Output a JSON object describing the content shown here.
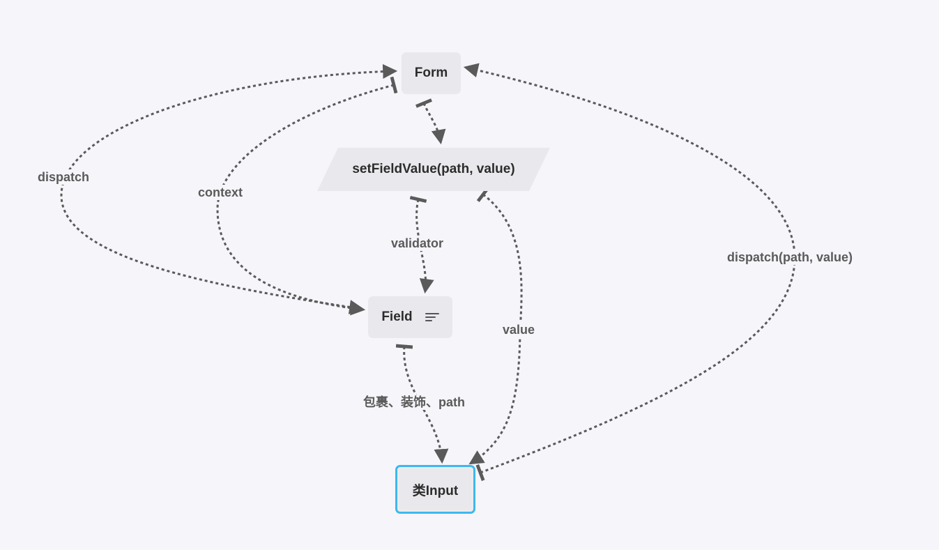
{
  "nodes": {
    "form": "Form",
    "set_field_value": "setFieldValue(path, value)",
    "field": "Field",
    "input": "类Input"
  },
  "edges": {
    "dispatch": "dispatch",
    "context": "context",
    "validator": "validator",
    "value": "value",
    "wrap": "包裹、装饰、path",
    "dispatch_path_value": "dispatch(path, value)"
  },
  "icons": {
    "field_note": "note-lines-icon"
  },
  "colors": {
    "background": "#f5f5fa",
    "node_fill": "#e9e9ed",
    "edge": "#5a5a5a",
    "selected_border": "#3db8ef"
  }
}
